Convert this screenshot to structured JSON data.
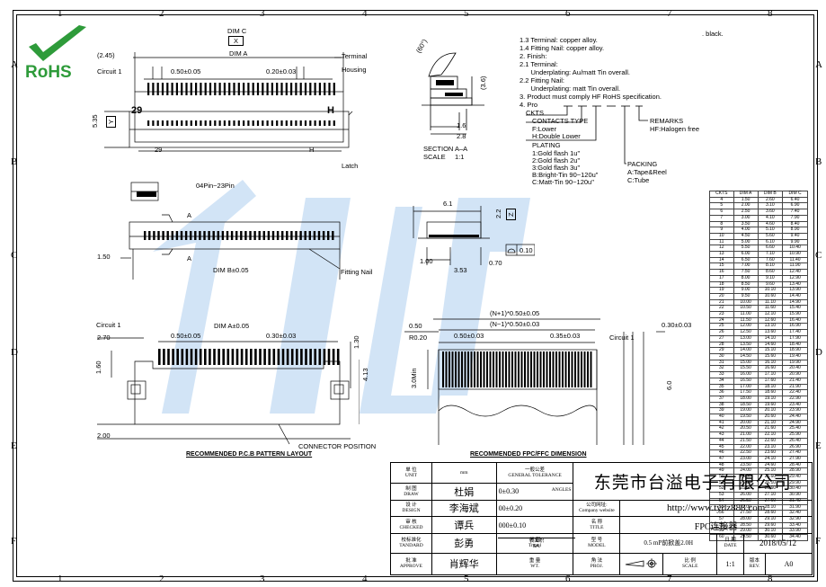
{
  "frame": {
    "columns": [
      "1",
      "2",
      "3",
      "4",
      "5",
      "6",
      "7",
      "8"
    ],
    "rows": [
      "A",
      "B",
      "C",
      "D",
      "E",
      "F"
    ]
  },
  "logo": {
    "text": "RoHS"
  },
  "watermark": {
    "text": "TAIYI"
  },
  "notes": {
    "top_right": ". black.",
    "lines": [
      "1.3 Terminal: copper alloy.",
      "1.4 Fitting Nail: copper alloy.",
      "2.  Finish:",
      "2.1 Terminal:",
      "      Underplating: Au/matt Tin overall.",
      "2.2 Fitting Nail:",
      "      Underplating: matt Tin overall.",
      "3.  Product must comply HF RoHS specification.",
      "4.  Pro"
    ]
  },
  "part_code": {
    "cause": "CKTS",
    "contacts_type": "CONTACTS TYPE",
    "contacts_options": [
      "F:Lower",
      "H:Double Lower"
    ],
    "plating": "PLATING",
    "plating_options": [
      "1:Gold flash 1u\"",
      "2:Gold flash 2u\"",
      "3:Gold flash 3u\"",
      "B:Bright-Tin 90~120u\"",
      "C:Matt-Tin 90~120u\""
    ],
    "remarks": "REMARKS",
    "remarks_options": [
      "HF:Halogen free"
    ],
    "packing": "PACKING",
    "packing_options": [
      "A:Tape&Reel",
      "C:Tube"
    ]
  },
  "top_view": {
    "dim_c": "DIM C",
    "x_box": "X",
    "dim_a": "DIM A",
    "ref_245": "(2.45)",
    "circuit1": "Circuit 1",
    "pitch1": "0.50±0.05",
    "pitch2": "0.20±0.03",
    "terminal": "Terminal",
    "housing": "Housing",
    "num29": "29",
    "letterH": "H",
    "height": "5.35",
    "y_box": "Y",
    "pin_29": "29",
    "pin_h": "H",
    "latch": "Latch"
  },
  "section": {
    "title": "SECTION  A–A",
    "scale": "SCALE     1:1",
    "angle": "(60°)",
    "dim36": "(3.6)",
    "dim16": "1.6",
    "dim28": "2.8"
  },
  "front_view": {
    "pin_range": "04Pin~23Pin",
    "a_label_top": "A",
    "a_label_bot": "A",
    "dim_150": "1.50",
    "dim_b": "DIM B±0.05",
    "fitting_nail": "Fitting Nail"
  },
  "side_view": {
    "dim61": "6.1",
    "dim22": "2.2",
    "z_box": "Z",
    "dim100": "1.00",
    "dim353": "3.53",
    "dim070": "0.70",
    "flatness": "0.10"
  },
  "pcb_layout": {
    "circuit1": "Circuit 1",
    "dim_a": "DIM  A±0.05",
    "dim270": "2.70",
    "pitch1": "0.50±0.05",
    "pitch2": "0.30±0.03",
    "dim130": "1.30",
    "dim160": "1.60",
    "dim413": "4.13",
    "dim200": "2.00",
    "caption": "RECOMMENDED P.C.B PATTERN LAYOUT",
    "connector_pos": "CONNECTOR POSITION"
  },
  "fpc_dim": {
    "n1": "(N+1)*0.50±0.05",
    "nm1": "(N−1)*0.50±0.03",
    "dim050": "0.50",
    "r020": "R0.20",
    "pitch1": "0.50±0.03",
    "pitch2": "0.35±0.03",
    "circuit1": "Circuit 1",
    "len3": "3.0Min",
    "thick": "0.30±0.03",
    "width6": "6.0",
    "caption": "RECOMMENDED FPC/FFC DIMENSION"
  },
  "ckts_table": {
    "headers": [
      "CKTS",
      "DIM A",
      "DIM B",
      "DIM C"
    ],
    "rows": [
      [
        "4",
        "1.50",
        "2.60",
        "6.40"
      ],
      [
        "5",
        "2.00",
        "3.10",
        "6.90"
      ],
      [
        "6",
        "2.50",
        "3.60",
        "7.40"
      ],
      [
        "7",
        "3.00",
        "4.10",
        "7.90"
      ],
      [
        "8",
        "3.50",
        "4.60",
        "8.40"
      ],
      [
        "9",
        "4.00",
        "5.10",
        "8.90"
      ],
      [
        "10",
        "4.50",
        "5.60",
        "9.40"
      ],
      [
        "11",
        "5.00",
        "6.10",
        "9.90"
      ],
      [
        "12",
        "5.50",
        "6.60",
        "10.40"
      ],
      [
        "13",
        "6.00",
        "7.10",
        "10.90"
      ],
      [
        "14",
        "6.50",
        "7.60",
        "11.40"
      ],
      [
        "15",
        "7.00",
        "8.10",
        "11.90"
      ],
      [
        "16",
        "7.50",
        "8.60",
        "12.40"
      ],
      [
        "17",
        "8.00",
        "9.10",
        "12.90"
      ],
      [
        "18",
        "8.50",
        "9.60",
        "13.40"
      ],
      [
        "19",
        "9.00",
        "10.10",
        "13.90"
      ],
      [
        "20",
        "9.50",
        "10.60",
        "14.40"
      ],
      [
        "21",
        "10.00",
        "11.10",
        "14.90"
      ],
      [
        "22",
        "10.50",
        "11.60",
        "15.40"
      ],
      [
        "23",
        "11.00",
        "12.10",
        "15.90"
      ],
      [
        "24",
        "11.50",
        "12.60",
        "16.40"
      ],
      [
        "25",
        "12.00",
        "13.10",
        "16.90"
      ],
      [
        "26",
        "12.50",
        "13.60",
        "17.40"
      ],
      [
        "27",
        "13.00",
        "14.10",
        "17.90"
      ],
      [
        "28",
        "13.50",
        "14.60",
        "18.40"
      ],
      [
        "29",
        "14.00",
        "15.10",
        "18.90"
      ],
      [
        "30",
        "14.50",
        "15.60",
        "19.40"
      ],
      [
        "31",
        "15.00",
        "16.10",
        "19.90"
      ],
      [
        "32",
        "15.50",
        "16.60",
        "20.40"
      ],
      [
        "33",
        "16.00",
        "17.10",
        "20.90"
      ],
      [
        "34",
        "16.50",
        "17.60",
        "21.40"
      ],
      [
        "35",
        "17.00",
        "18.10",
        "21.90"
      ],
      [
        "36",
        "17.50",
        "18.60",
        "22.40"
      ],
      [
        "37",
        "18.00",
        "19.10",
        "22.90"
      ],
      [
        "38",
        "18.50",
        "19.60",
        "23.40"
      ],
      [
        "39",
        "19.00",
        "20.10",
        "23.90"
      ],
      [
        "40",
        "19.50",
        "20.60",
        "24.40"
      ],
      [
        "41",
        "20.00",
        "21.10",
        "24.90"
      ],
      [
        "42",
        "20.50",
        "21.60",
        "25.40"
      ],
      [
        "43",
        "21.00",
        "22.10",
        "25.90"
      ],
      [
        "44",
        "21.50",
        "22.60",
        "26.40"
      ],
      [
        "45",
        "22.00",
        "23.10",
        "26.90"
      ],
      [
        "46",
        "22.50",
        "23.60",
        "27.40"
      ],
      [
        "47",
        "23.00",
        "24.10",
        "27.90"
      ],
      [
        "48",
        "23.50",
        "24.60",
        "28.40"
      ],
      [
        "49",
        "24.00",
        "25.10",
        "28.90"
      ],
      [
        "50",
        "24.50",
        "25.60",
        "29.40"
      ],
      [
        "51",
        "25.00",
        "26.10",
        "29.90"
      ],
      [
        "52",
        "25.50",
        "26.60",
        "30.40"
      ],
      [
        "53",
        "26.00",
        "27.10",
        "30.90"
      ],
      [
        "54",
        "26.50",
        "27.60",
        "31.40"
      ],
      [
        "55",
        "27.00",
        "28.10",
        "31.90"
      ],
      [
        "56",
        "27.50",
        "28.60",
        "32.40"
      ],
      [
        "57",
        "28.00",
        "29.10",
        "32.90"
      ],
      [
        "58",
        "28.50",
        "29.60",
        "33.40"
      ],
      [
        "59",
        "29.00",
        "30.10",
        "33.90"
      ],
      [
        "60",
        "29.50",
        "30.60",
        "34.40"
      ]
    ]
  },
  "title_block": {
    "unit_cn": "单  位",
    "unit_en": "UNIT",
    "unit_val": "mm",
    "tol_cn": "一般公差",
    "tol_en": "GENERAL TOLERANCE",
    "angles": "ANGLES",
    "draw_cn": "制  图",
    "draw_en": "DRAW",
    "draw_name": "杜娟",
    "design_cn": "设  计",
    "design_en": "DESIGN",
    "design_name": "李海斌",
    "check_cn": "审  核",
    "check_en": "CHECKED",
    "check_name": "谭兵",
    "std_cn": "校标准化",
    "std_en": "TANDARD",
    "std_name": "彭勇",
    "approve_cn": "批  准",
    "approve_en": "APPROVE",
    "approve_name": "肖辉华",
    "tol0": "0±0.30",
    "tol00": "00±0.20",
    "tol000": "000±0.10",
    "travel_cn": "行  程",
    "travel_en": "Travel",
    "weight_cn": "重  量",
    "weight_en": "WT.",
    "surface_cn": "表面积",
    "surface_en": "SA.",
    "company": "东莞市台溢电子有限公司",
    "website_cn": "公司网址:",
    "website_en": "Company website",
    "website": "http://www.tydz888.com",
    "name_cn": "名  称",
    "name_en": "TITLE",
    "name_val": "FPC连接器",
    "model_cn": "型  号",
    "model_en": "MODEL",
    "model_val": "0.5 mP前掀盖2.0H",
    "date_cn": "日  期",
    "date_en": "DATE",
    "date_val": "2018/05/12",
    "proj_cn": "角  法",
    "proj_en": "PROJ.",
    "scale_cn": "比  例",
    "scale_en": "SCALE",
    "scale_val": "1:1",
    "rev_cn": "版本",
    "rev_en": "REV.",
    "rev_val": "A0"
  }
}
